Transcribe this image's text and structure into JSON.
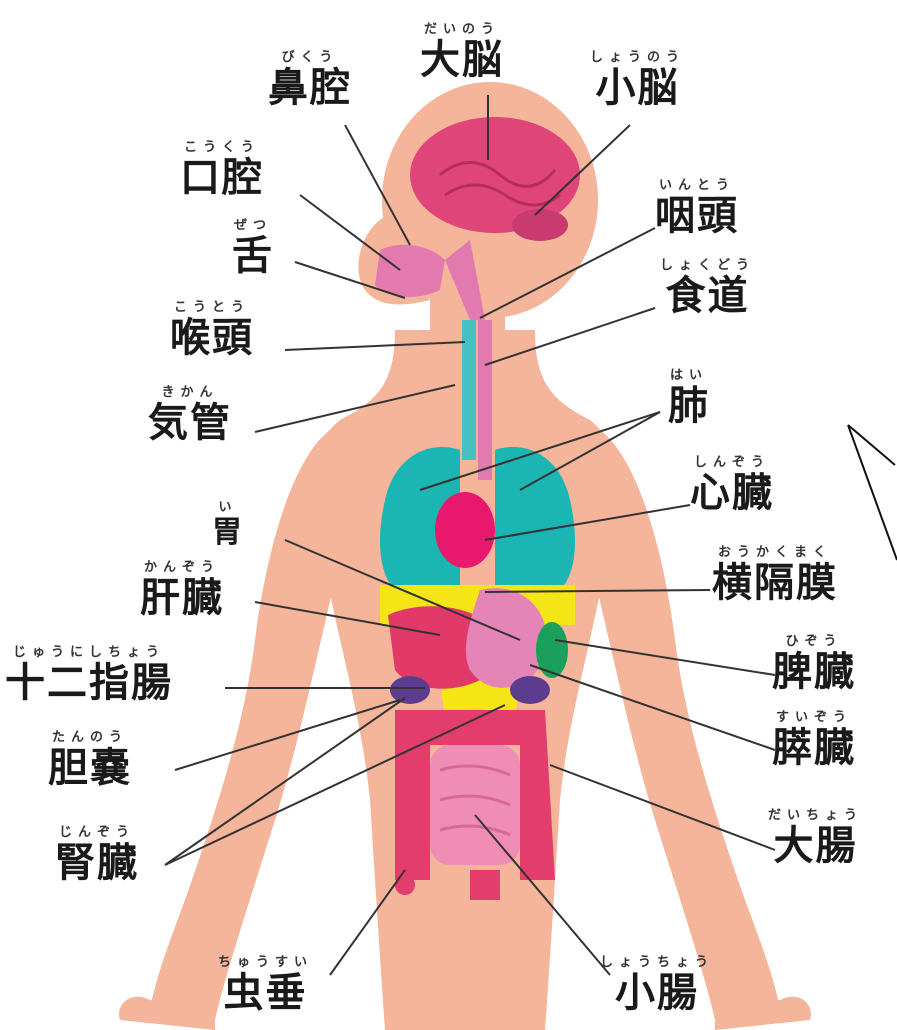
{
  "labels": {
    "nasal_cavity": {
      "ruby": "びくう",
      "text": "鼻腔"
    },
    "cerebrum": {
      "ruby": "だいのう",
      "text": "大脳"
    },
    "cerebellum": {
      "ruby": "しょうのう",
      "text": "小脳"
    },
    "oral_cavity": {
      "ruby": "こうくう",
      "text": "口腔"
    },
    "pharynx": {
      "ruby": "いんとう",
      "text": "咽頭"
    },
    "tongue": {
      "ruby": "ぜつ",
      "text": "舌"
    },
    "esophagus": {
      "ruby": "しょくどう",
      "text": "食道"
    },
    "larynx": {
      "ruby": "こうとう",
      "text": "喉頭"
    },
    "lungs": {
      "ruby": "はい",
      "text": "肺"
    },
    "trachea": {
      "ruby": "きかん",
      "text": "気管"
    },
    "heart": {
      "ruby": "しんぞう",
      "text": "心臓"
    },
    "stomach": {
      "ruby": "い",
      "text": "胃"
    },
    "diaphragm": {
      "ruby": "おうかくまく",
      "text": "横隔膜"
    },
    "liver": {
      "ruby": "かんぞう",
      "text": "肝臓"
    },
    "spleen": {
      "ruby": "ひぞう",
      "text": "脾臓"
    },
    "duodenum": {
      "ruby": "じゅうにしちょう",
      "text": "十二指腸"
    },
    "pancreas": {
      "ruby": "すいぞう",
      "text": "膵臓"
    },
    "gallbladder": {
      "ruby": "たんのう",
      "text": "胆嚢"
    },
    "large_intestine": {
      "ruby": "だいちょう",
      "text": "大腸"
    },
    "kidneys": {
      "ruby": "じんぞう",
      "text": "腎臓"
    },
    "appendix": {
      "ruby": "ちゅうすい",
      "text": "虫垂"
    },
    "small_intestine": {
      "ruby": "しょうちょう",
      "text": "小腸"
    }
  },
  "colors": {
    "skin": "#f4b59a",
    "skin_outline": "#e8a184",
    "brain": "#e0457a",
    "nose_mouth": "#e27ab0",
    "airway": "#45c1c4",
    "lungs": "#1bb5b4",
    "heart": "#e8196d",
    "diaphragm": "#f5e516",
    "liver": "#e23a68",
    "stomach": "#e584b6",
    "spleen": "#1aa05a",
    "kidney": "#5b3c8e",
    "large_intestine": "#e33d6e",
    "small_intestine": "#f08db5",
    "leader_line": "#333333"
  }
}
